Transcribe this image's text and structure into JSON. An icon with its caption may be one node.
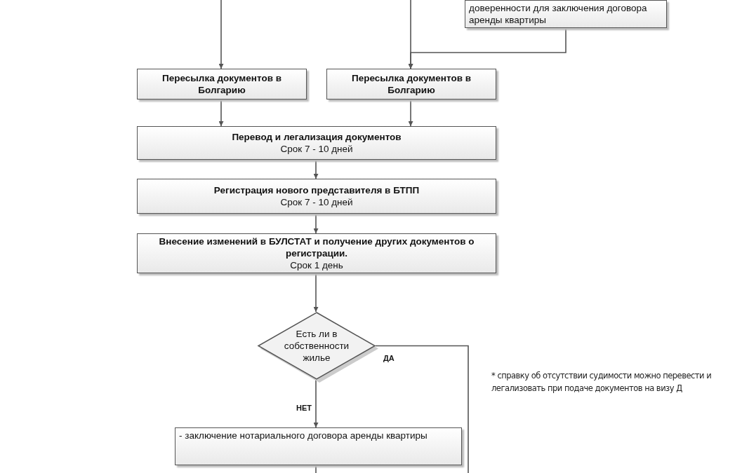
{
  "diagram": {
    "nodes": [
      {
        "text": [
          "доверенности для заключения договора аренды квартиры"
        ]
      },
      {
        "text": [
          "Пересылка документов в Болгарию"
        ]
      },
      {
        "text": [
          "Пересылка документов в Болгарию"
        ]
      },
      {
        "text": [
          "Перевод и легализация документов",
          "Срок 7 - 10 дней"
        ]
      },
      {
        "text": [
          "Регистрация нового представителя в БТПП",
          "Срок 7 - 10 дней"
        ]
      },
      {
        "text": [
          "Внесение изменений в БУЛСТАТ и получение других документов о регистрации.",
          "Срок 1 день"
        ]
      },
      {
        "text": [
          "Есть ли в собственности жилье"
        ]
      },
      {
        "text": [
          "- заключение нотариального договора аренды квартиры"
        ]
      }
    ],
    "edges": [
      {
        "from": null,
        "to": 1,
        "arrow": "to"
      },
      {
        "from": null,
        "to": 2,
        "arrow": "to"
      },
      {
        "from": 0,
        "to": 2,
        "arrow": "to"
      },
      {
        "from": 1,
        "to": 3,
        "arrow": "to"
      },
      {
        "from": 2,
        "to": 3,
        "arrow": "to"
      },
      {
        "from": 3,
        "to": 4,
        "arrow": "to"
      },
      {
        "from": 4,
        "to": 5,
        "arrow": "to"
      },
      {
        "from": 5,
        "to": 6,
        "arrow": "to"
      },
      {
        "from": 6,
        "to": 7,
        "arrow": "to",
        "label": "НЕТ"
      },
      {
        "from": 6,
        "to": null,
        "arrow": "none",
        "label": "ДА"
      },
      {
        "from": 7,
        "to": null,
        "arrow": "none"
      }
    ],
    "labels": [
      "* справку об отсутствии судимости можно перевести и легализовать при подаче документов на визу Д"
    ]
  }
}
